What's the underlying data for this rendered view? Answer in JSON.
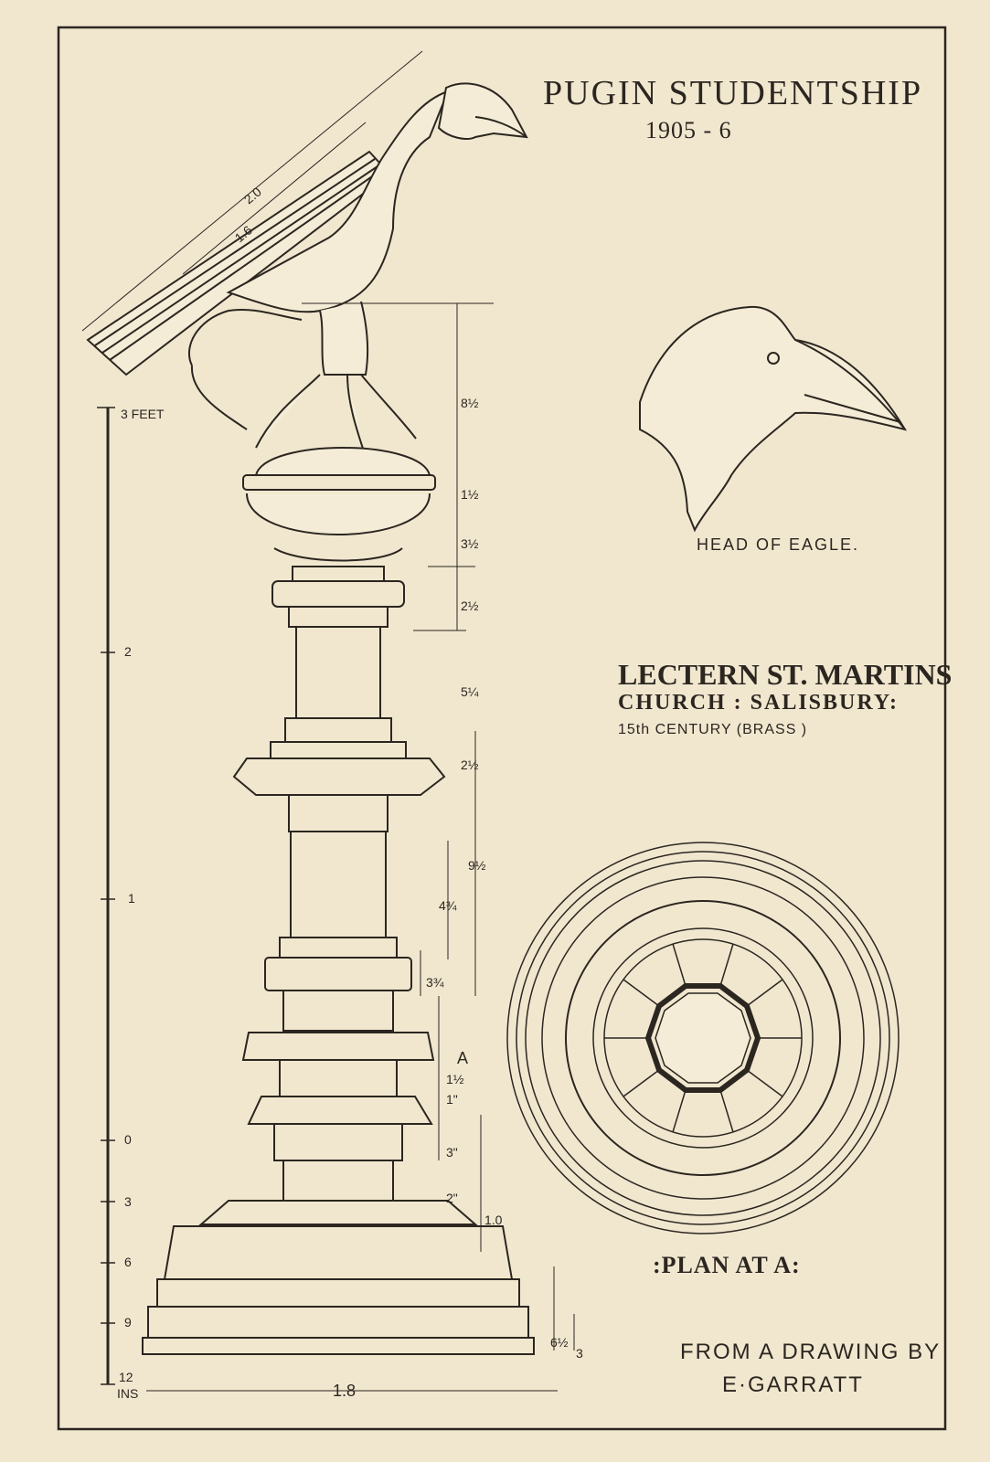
{
  "title": "PUGIN STUDENTSHIP",
  "years": "1905 - 6",
  "head_caption": "HEAD OF EAGLE.",
  "lectern_title_1": "LECTERN ST. MARTINS",
  "lectern_title_2": "CHURCH : SALISBURY:",
  "lectern_subtitle": "15th CENTURY (BRASS )",
  "plan_caption": ":PLAN AT A:",
  "credit_1": "FROM A DRAWING BY",
  "credit_2": "E·GARRATT",
  "scale": {
    "top_label": "3 FEET",
    "feet_marks": [
      "2",
      "1",
      "0"
    ],
    "inch_marks": [
      "3",
      "6",
      "9",
      "12"
    ],
    "bottom_label": "INS"
  },
  "dimensions": {
    "desk_long": "2.0",
    "desk_short": "1.6",
    "eagle_height": "8½",
    "d1": "1½",
    "d2": "3½",
    "d3": "2½",
    "d4": "5¼",
    "d5": "2½",
    "d6": "9½",
    "d7": "4¾",
    "d8": "3¾",
    "section_mark": "A",
    "d9": "1½",
    "d10": "1\"",
    "d11": "3\"",
    "d12": "2\"",
    "d13": "1.0",
    "d14": "6½",
    "d15": "3",
    "base_width": "1.8"
  },
  "colors": {
    "paper": "#f1e7cf",
    "ink": "#2b2620"
  }
}
